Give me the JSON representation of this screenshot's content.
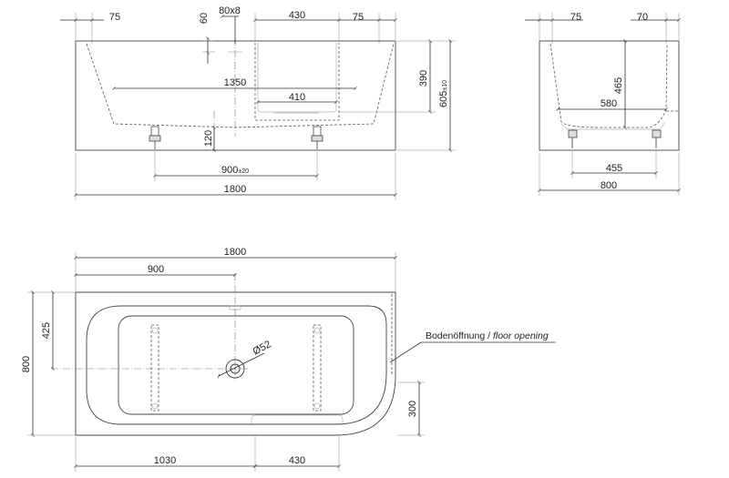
{
  "drawing": {
    "front": {
      "d_75_left": "75",
      "d_80x8": "80x8",
      "d_60": "60",
      "d_430": "430",
      "d_75_right": "75",
      "d_1350": "1350",
      "d_410": "410",
      "d_390": "390",
      "d_605": "605",
      "d_605_tol": "±10",
      "d_120": "120",
      "d_900": "900",
      "d_900_tol": "±20",
      "d_1800": "1800"
    },
    "side": {
      "d_75": "75",
      "d_70": "70",
      "d_465": "465",
      "d_580": "580",
      "d_455": "455",
      "d_800": "800"
    },
    "plan": {
      "d_1800": "1800",
      "d_900": "900",
      "d_425": "425",
      "d_800": "800",
      "d_diam": "Ø52",
      "d_300": "300",
      "d_1030": "1030",
      "d_430": "430",
      "floor_label": "Bodenöffnung / ",
      "floor_label_en": "floor opening"
    }
  }
}
